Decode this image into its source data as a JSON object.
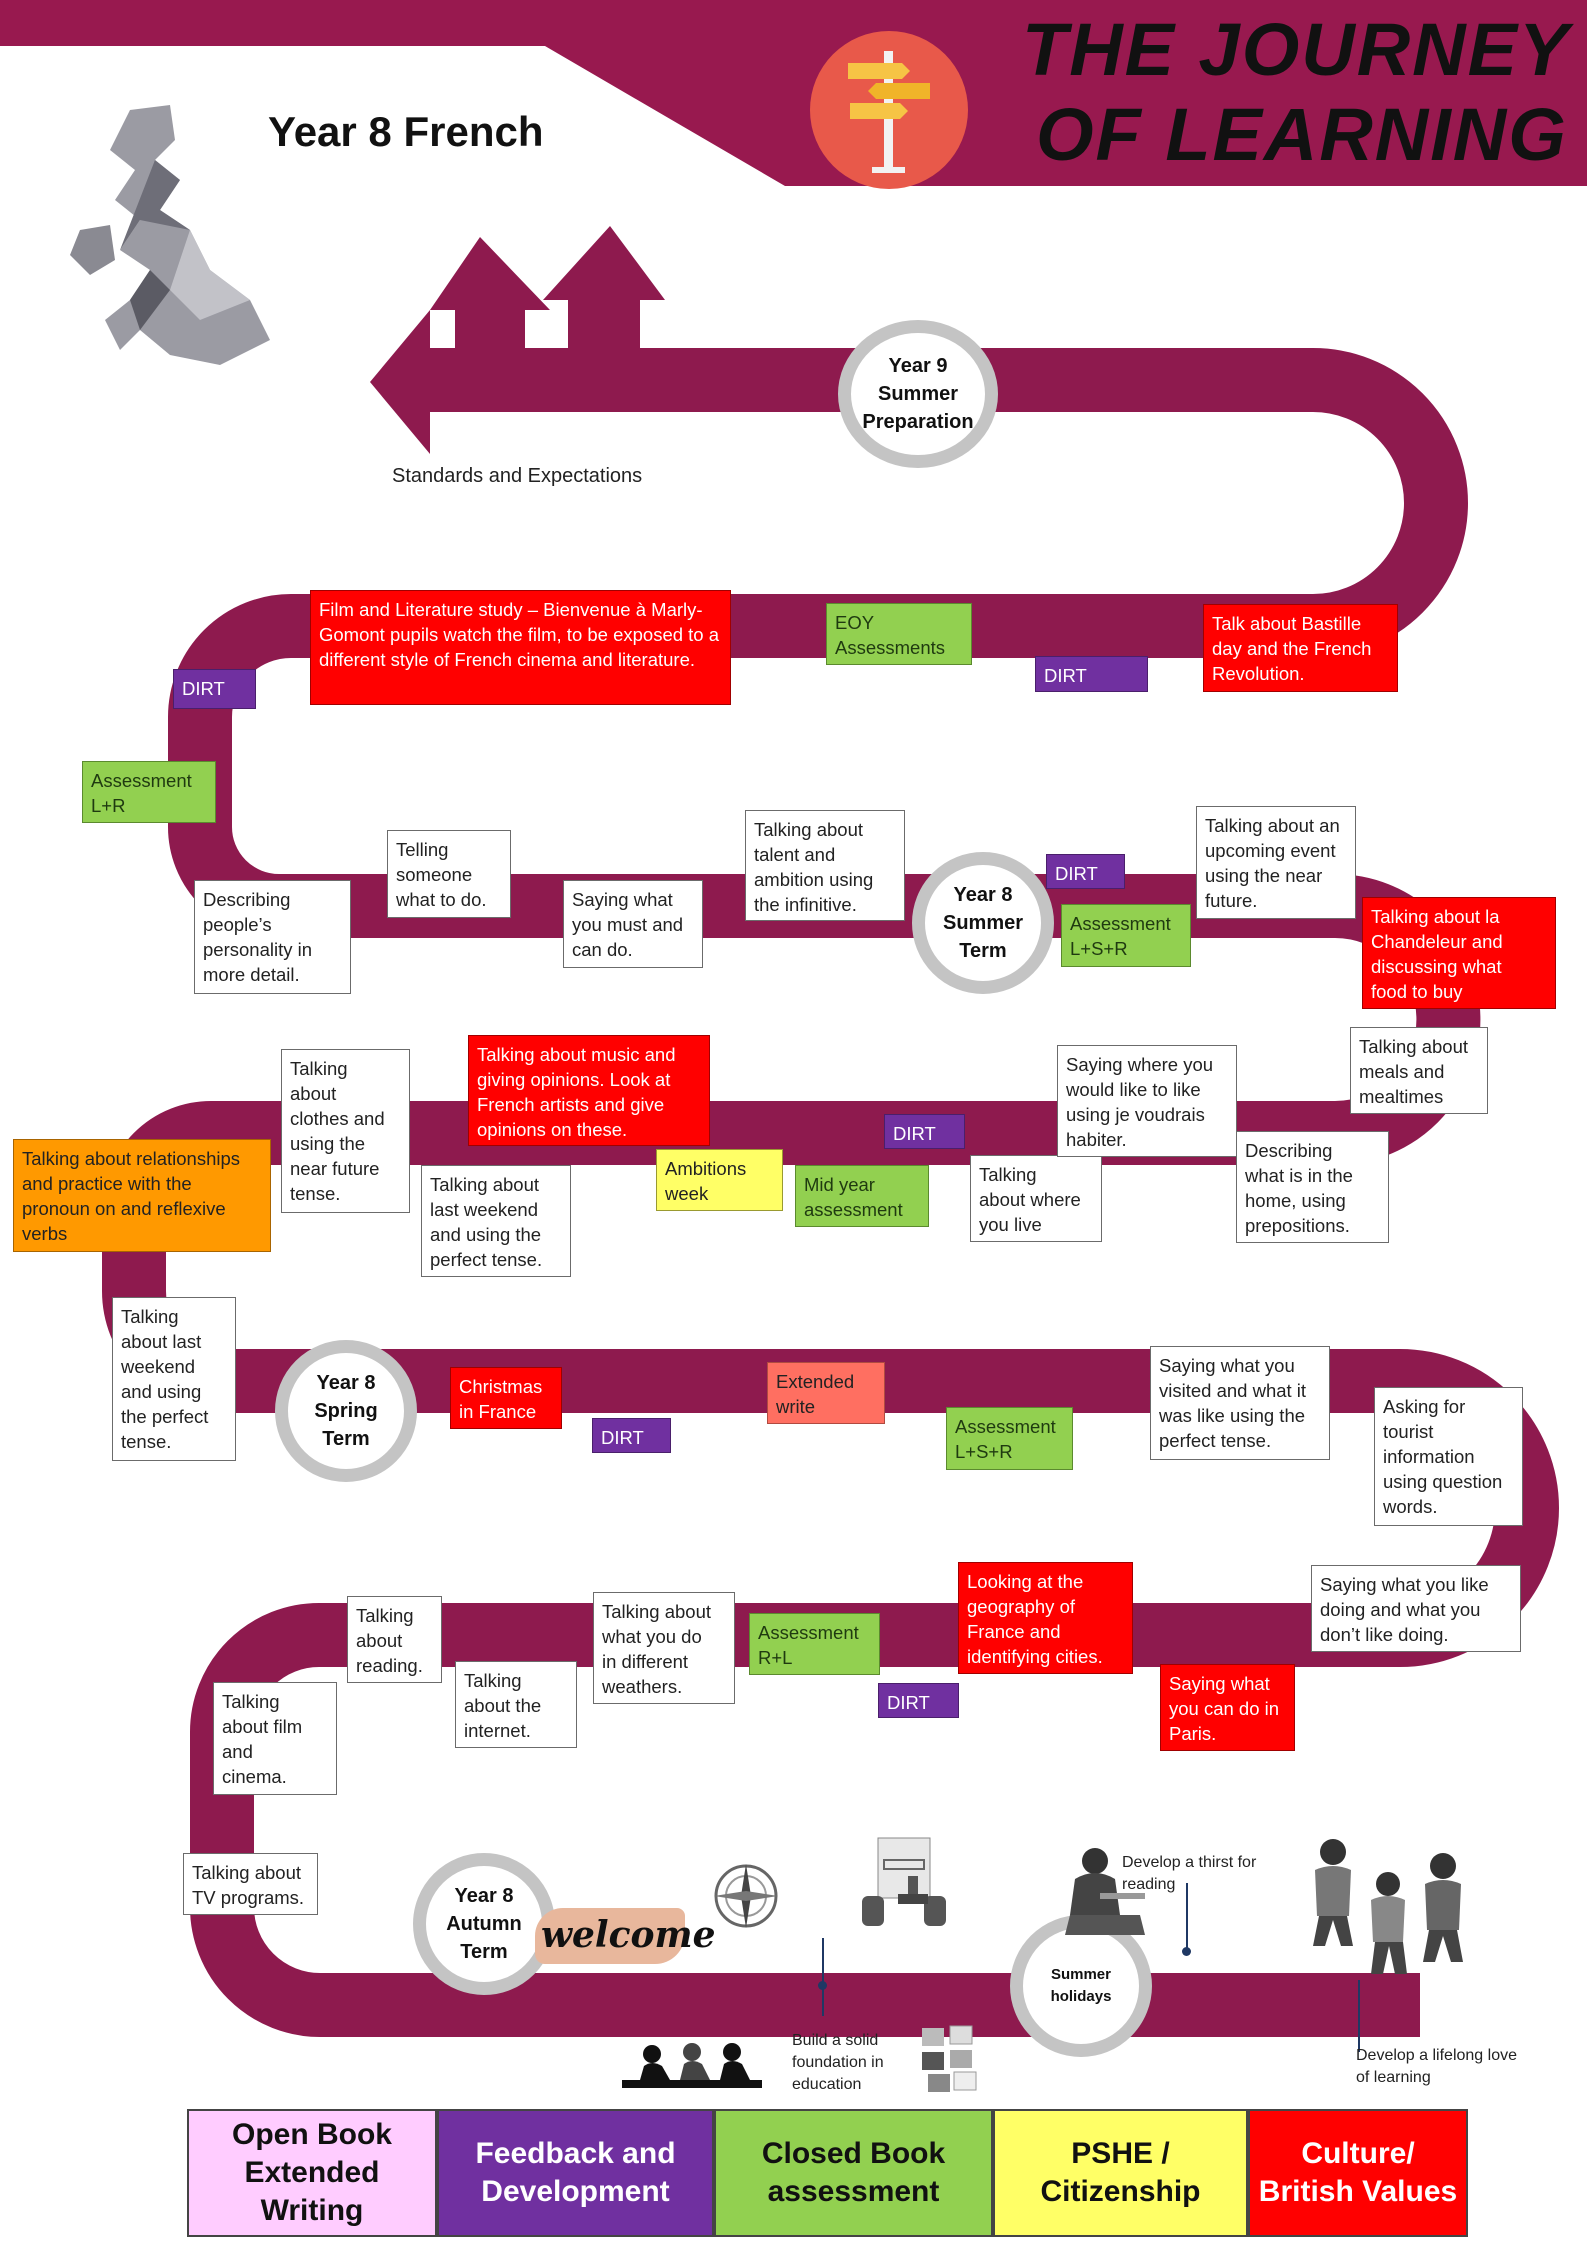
{
  "header": {
    "subject": "Year 8 French",
    "title_line1": "THE JOURNEY",
    "title_line2": "OF LEARNING",
    "colors": {
      "banner": "#98194f",
      "road": "#8e1a4e",
      "term_ring": "#c4c4c4",
      "signpost_circle": "#e8594a"
    }
  },
  "icons": {
    "map": "uk-map-icon",
    "signpost": "signpost-icon",
    "arrows": "up-arrows-icon",
    "welcome": "welcome-banner",
    "compass": "compass-icon",
    "approved": "approved-stamp-icon",
    "students": "students-icon",
    "blocks": "building-blocks-icon",
    "reader": "reader-icon",
    "walkers": "walking-people-icon"
  },
  "exit": {
    "label": "Standards and Expectations"
  },
  "terms": {
    "y9": "Year 9\nSummer\nPreparation",
    "summer": "Year 8\nSummer\nTerm",
    "spring": "Year 8\nSpring\nTerm",
    "autumn": "Year 8\nAutumn\nTerm",
    "holidays": "Summer\nholidays"
  },
  "welcome_text": "welcome",
  "row1": {
    "film": "Film and Literature study – Bienvenue à Marly-Gomont pupils watch the film, to be exposed to a different style of French cinema and literature.",
    "eoy": "EOY\nAssessments",
    "dirt_a": "DIRT",
    "dirt_b": "DIRT",
    "bastille": "Talk about Bastille day and the French Revolution."
  },
  "row2": {
    "assess_lr": "Assessment\nL+R",
    "describing": "Describing\npeople’s\npersonality in\nmore detail.",
    "telling": "Telling\nsomeone\nwhat to do.",
    "saying_must": "Saying what\nyou must and\ncan do.",
    "talent": "Talking about\ntalent and\nambition using\nthe infinitive.",
    "dirt": "DIRT",
    "assess_lsr": "Assessment\nL+S+R",
    "upcoming": "Talking about an\nupcoming event\nusing the near\nfuture.",
    "chandeleur": "Talking about la\nChandeleur and\ndiscussing what\nfood to buy"
  },
  "row3": {
    "relationships": "Talking about relationships\nand practice with the\npronoun on and reflexive\nverbs",
    "clothes": "Talking\nabout\nclothes and\nusing the\nnear future\ntense.",
    "last_weekend": "Talking about\nlast weekend\nand using the\nperfect tense.",
    "music": "Talking about music and\ngiving opinions. Look at\nFrench artists and give\nopinions on these.",
    "ambitions": "Ambitions\nweek",
    "midyear": "Mid year\nassessment",
    "dirt": "DIRT",
    "where_live": "Talking\nabout where\nyou live",
    "like_live": "Saying where you\nwould like to like\nusing je voudrais\nhabiter.",
    "home": "Describing\nwhat is in the\nhome, using\nprepositions.",
    "meals": "Talking about\nmeals and\nmealtimes"
  },
  "row4": {
    "last_weekend2": "Talking\nabout last\nweekend\nand using\nthe perfect\ntense.",
    "christmas": "Christmas\nin France",
    "dirt": "DIRT",
    "extended": "Extended\nwrite",
    "assess_lsr": "Assessment\nL+S+R",
    "visited": "Saying what you\nvisited and what it\nwas like using the\nperfect tense.",
    "tourist": "Asking for\ntourist\ninformation\nusing question\nwords."
  },
  "row5": {
    "like_doing": "Saying what you like\ndoing and what you\ndon’t like doing.",
    "geography": "Looking at the\ngeography of\nFrance and\nidentifying cities.",
    "paris": "Saying what\nyou can do in\nParis.",
    "dirt": "DIRT",
    "assess_rl": "Assessment\nR+L",
    "weathers": "Talking about\nwhat you do\nin different\nweathers.",
    "internet": "Talking\nabout the\ninternet.",
    "reading": "Talking\nabout\nreading.",
    "film_cinema": "Talking\nabout film\nand\ncinema.",
    "tv": "Talking about\nTV programs."
  },
  "annotations": {
    "thirst": "Develop a thirst for\nreading",
    "foundation": "Build a solid\nfoundation in\neducation",
    "lifelong": "Develop a lifelong love\nof learning"
  },
  "legend": [
    {
      "label": "Open Book\nExtended\nWriting",
      "color": "#ffccff",
      "text_color": "#111111"
    },
    {
      "label": "Feedback and\nDevelopment",
      "color": "#7030a0",
      "text_color": "#ffffff"
    },
    {
      "label": "Closed Book\nassessment",
      "color": "#92d050",
      "text_color": "#111111"
    },
    {
      "label": "PSHE /\nCitizenship",
      "color": "#ffff66",
      "text_color": "#111111"
    },
    {
      "label": "Culture/\nBritish Values",
      "color": "#ff0000",
      "text_color": "#ffffff"
    }
  ]
}
